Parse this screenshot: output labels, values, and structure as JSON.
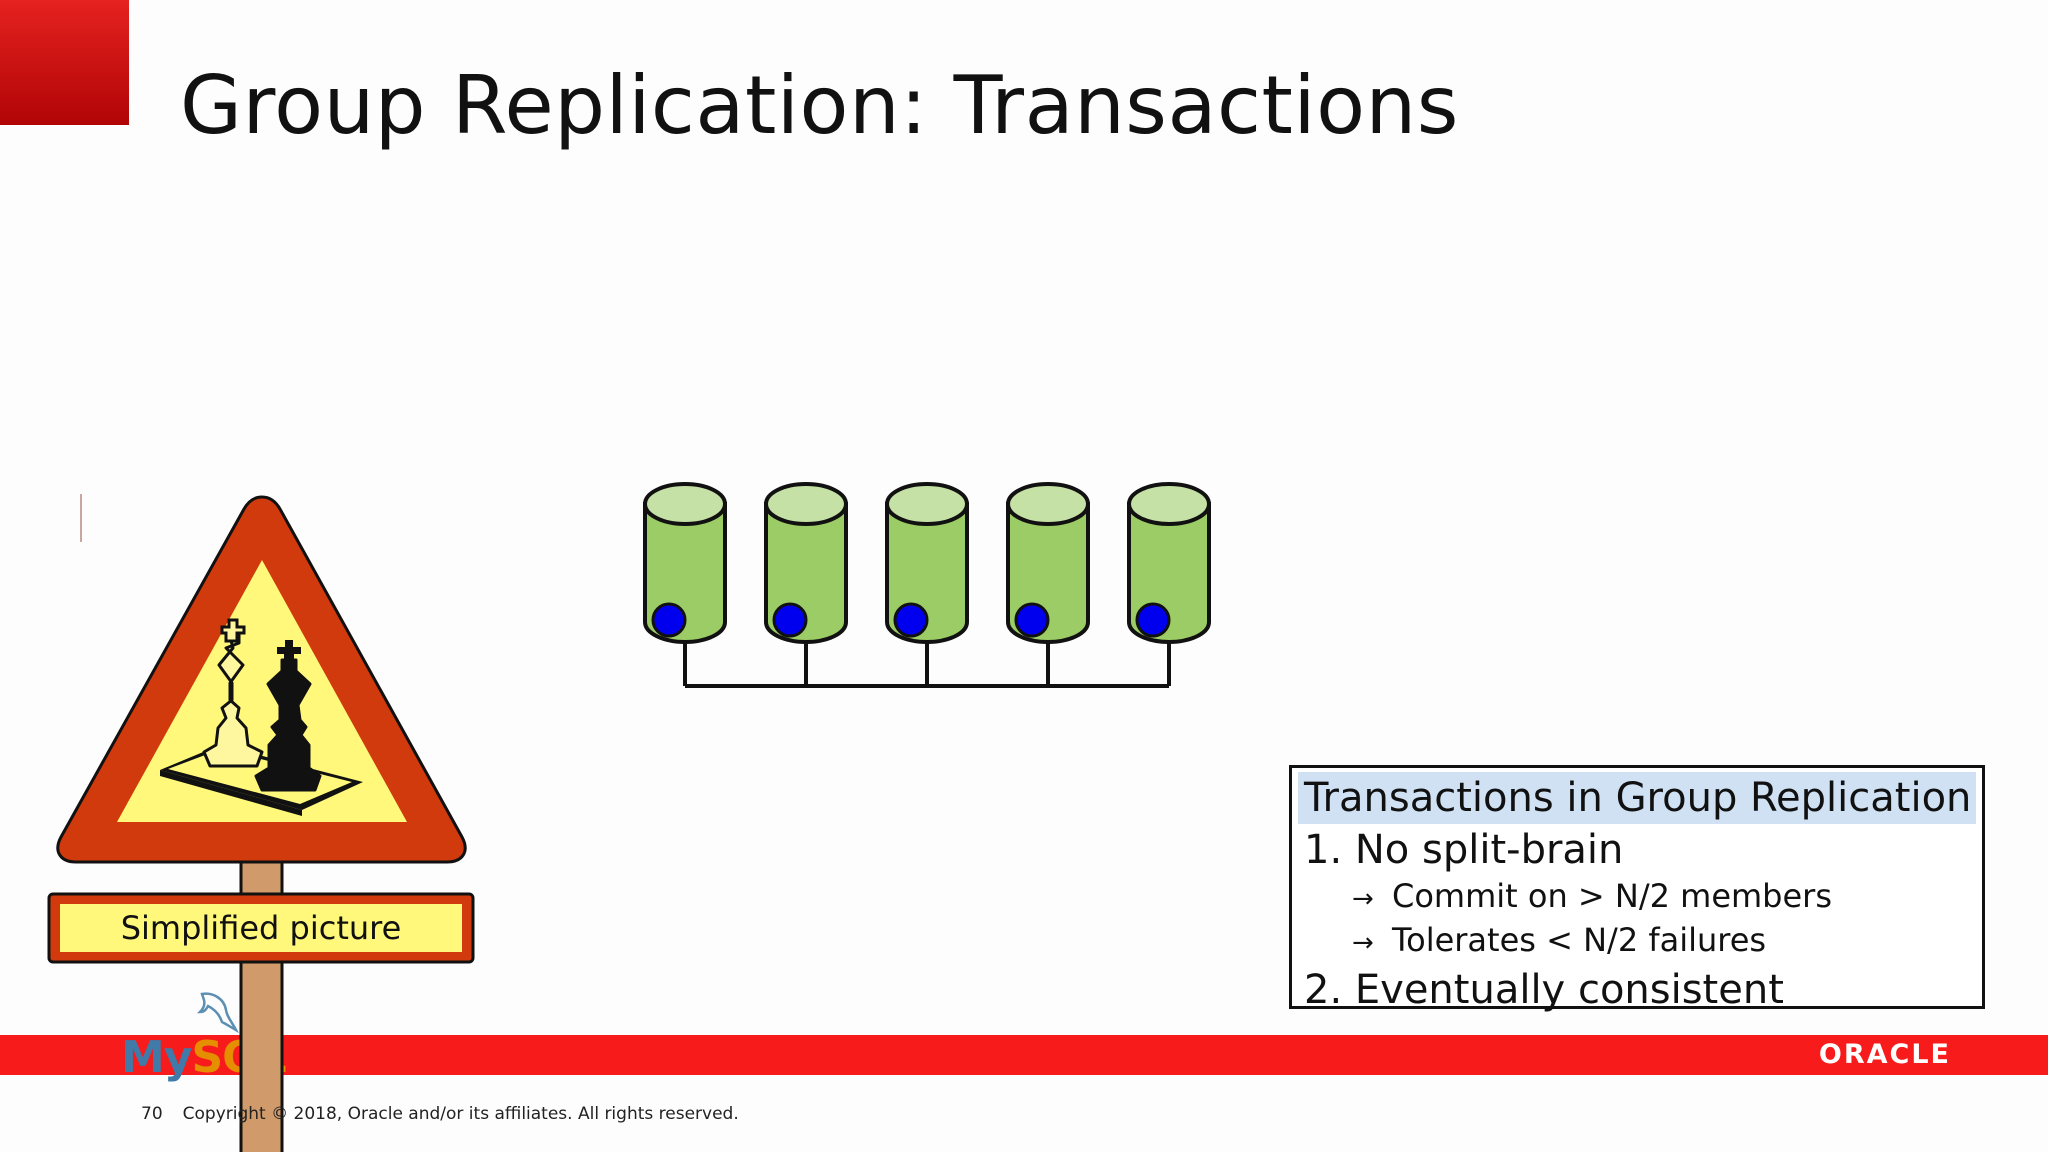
{
  "slide": {
    "title": "Group Replication: Transactions",
    "page_number": "70",
    "copyright": "Copyright © 2018, Oracle and/or its affiliates. All rights reserved.",
    "oracle_logo": "ORACLE",
    "mysql_logo_my": "My",
    "mysql_logo_sql": "SQL"
  },
  "sign": {
    "label": "Simplified picture",
    "icon": "warning-chess-icon"
  },
  "diagram": {
    "members": [
      {
        "icon": "database-icon",
        "transaction": "blue-dot"
      },
      {
        "icon": "database-icon",
        "transaction": "blue-dot"
      },
      {
        "icon": "database-icon",
        "transaction": "blue-dot"
      },
      {
        "icon": "database-icon",
        "transaction": "blue-dot"
      },
      {
        "icon": "database-icon",
        "transaction": "blue-dot"
      }
    ],
    "colors": {
      "cylinder_body": "#9ccc65",
      "cylinder_top": "#c5e1a5",
      "transaction_dot": "#0000ee"
    }
  },
  "info_box": {
    "title": "Transactions in Group Replication",
    "item1": "1. No split-brain",
    "sub1": "Commit on > N/2 members",
    "sub2": "Tolerates < N/2 failures",
    "item2": "2. Eventually consistent",
    "arrow": "→"
  },
  "colors": {
    "accent_red": "#f81b1b",
    "title_bg": "#cfe1f3"
  }
}
